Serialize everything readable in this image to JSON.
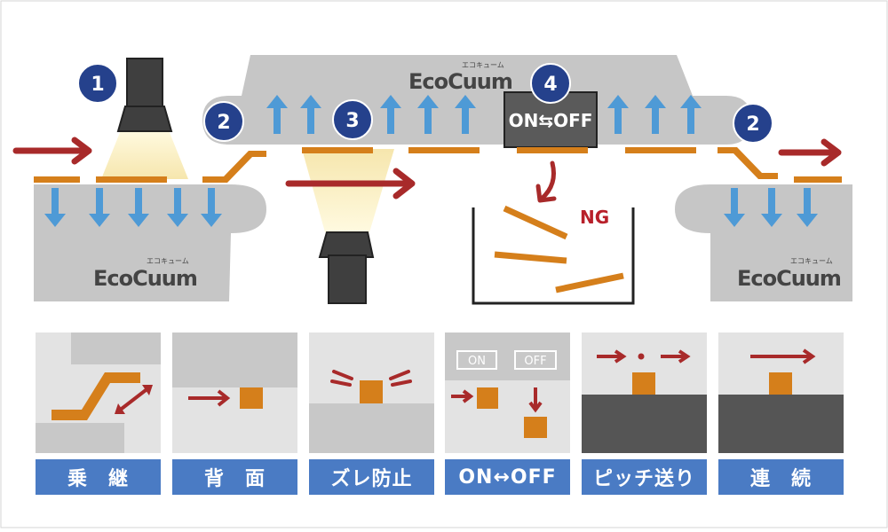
{
  "logos": {
    "brand": "EcoCuum",
    "brand_kana": "エコキューム"
  },
  "markers": [
    "1",
    "2",
    "3",
    "4",
    "2"
  ],
  "switch_text": "ON⇆OFF",
  "ng_label": "NG",
  "panels": [
    {
      "label": "乗　継"
    },
    {
      "label": "背　面"
    },
    {
      "label": "ズレ防止"
    },
    {
      "label": "ON↔OFF",
      "on_text": "ON",
      "off_text": "OFF"
    },
    {
      "label": "ピッチ送り"
    },
    {
      "label": "連　続"
    }
  ],
  "colors": {
    "belt_gray": "#c6c6c6",
    "belt_stroke": "#b8b8b8",
    "arrow_blue": "#4e9ad6",
    "arrow_red": "#a82a2a",
    "work_orange": "#d57f1b",
    "marker_navy": "#25418c",
    "label_blue": "#4a7bc4",
    "panel_bg": "#e3e3e3",
    "panel_gray": "#c8c8c8",
    "panel_dark": "#555555",
    "camera_dark": "#3f3f3f",
    "light_beam": "#fbefc2"
  }
}
